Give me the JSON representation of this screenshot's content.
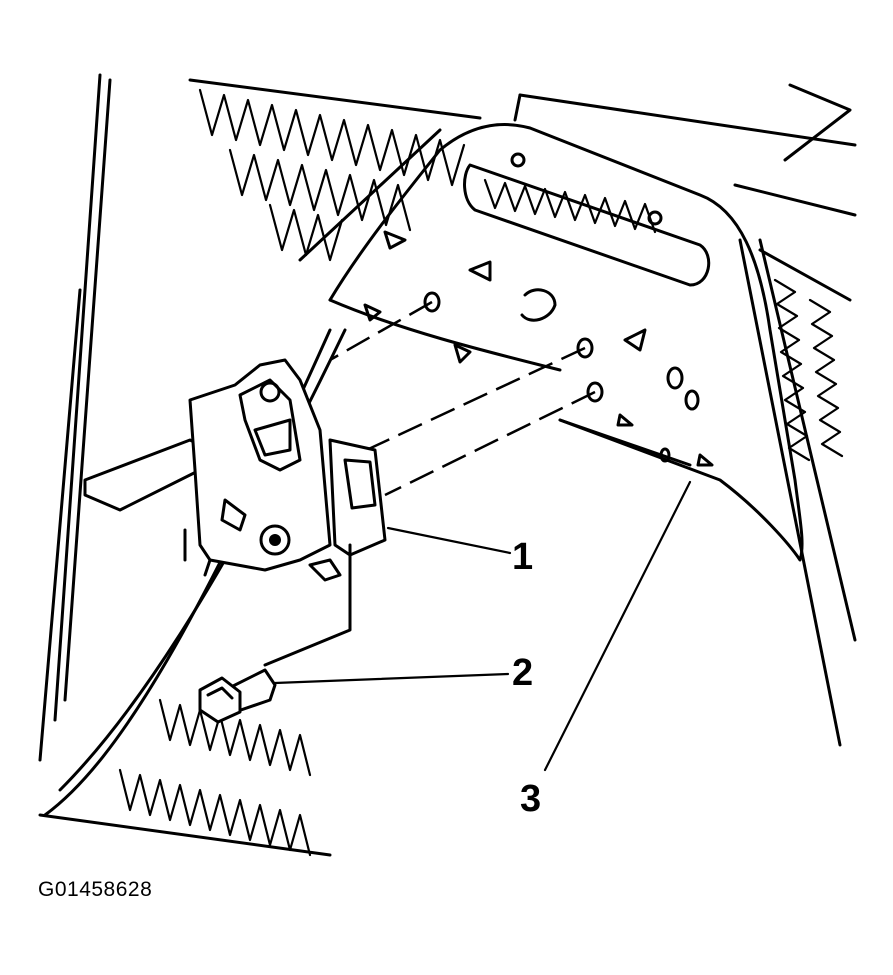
{
  "callouts": {
    "latch": "1",
    "bolt": "2",
    "support": "3"
  },
  "figure_code": "G01458628",
  "colors": {
    "ink": "#000000",
    "paper": "#ffffff"
  }
}
